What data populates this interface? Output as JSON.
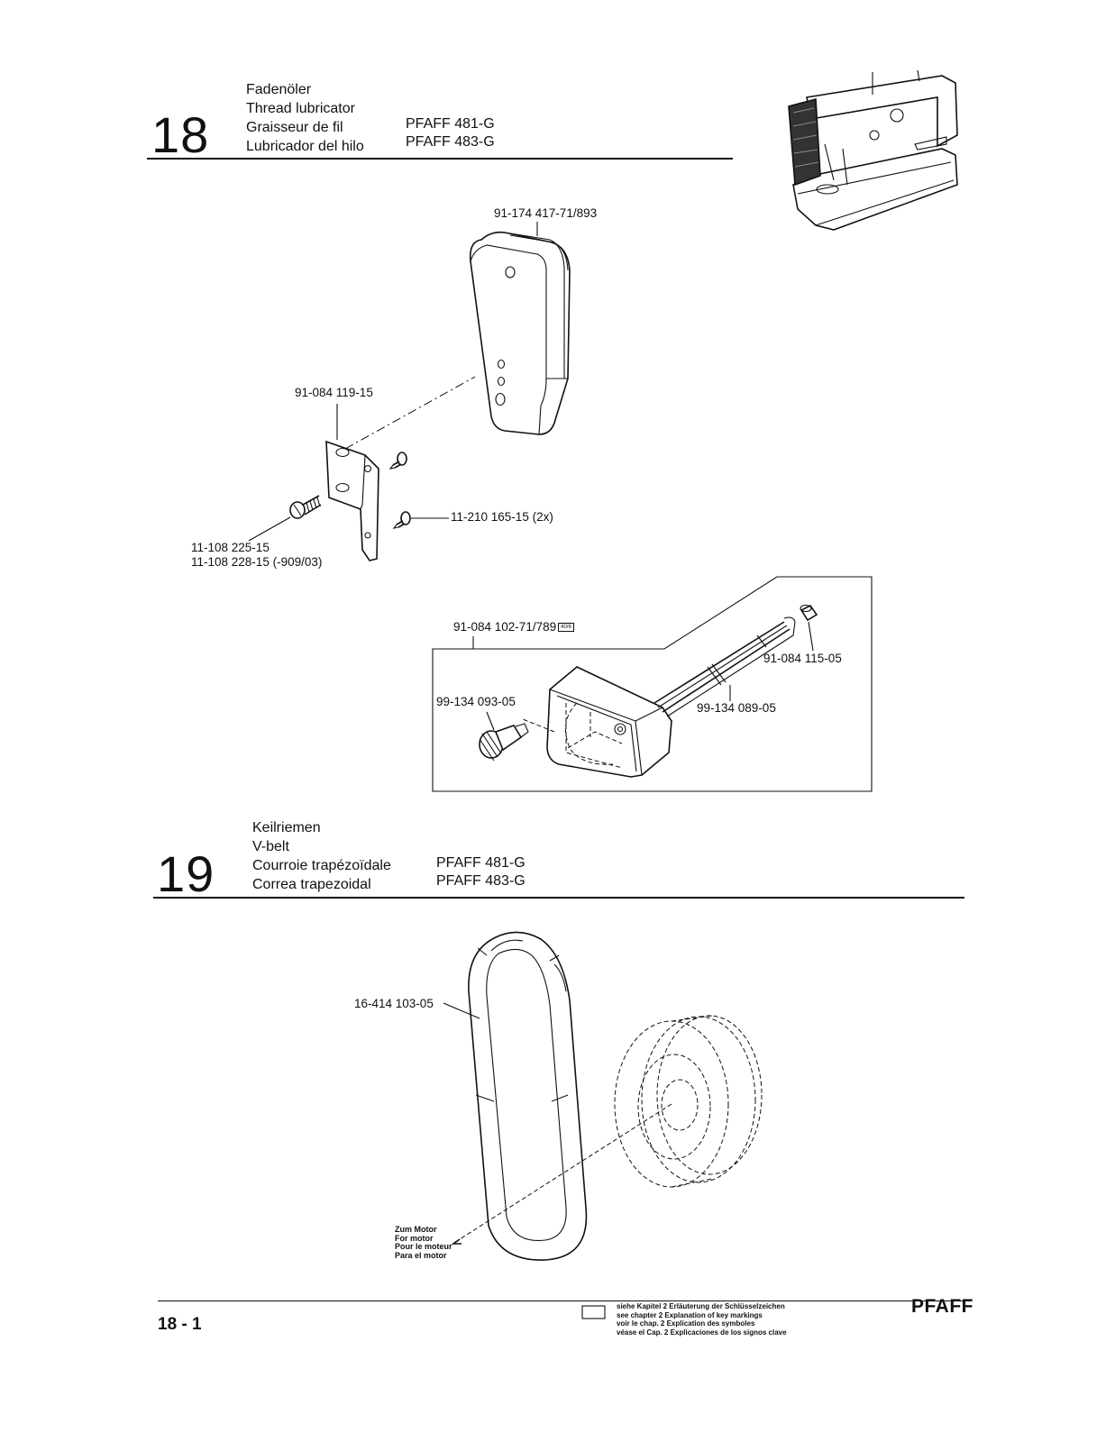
{
  "section18": {
    "number": "18",
    "titles": [
      "Fadenöler",
      "Thread lubricator",
      "Graisseur de fil",
      "Lubricador del hilo"
    ],
    "models": [
      "PFAFF 481-G",
      "PFAFF 483-G"
    ]
  },
  "parts18": {
    "cover": "91-174 417-71/893",
    "bracket": "91-084 119-15",
    "screw_small": "11-210 165-15 (2x)",
    "screw_large_1": "11-108 225-15",
    "screw_large_2": "11-108 228-15 (-909/03)",
    "lubricator_unit": "91-084 102-71/789",
    "lubricator_unit_badge": "40/6",
    "cap": "91-084 115-05",
    "knob": "99-134 093-05",
    "wick": "99-134 089-05"
  },
  "section19": {
    "number": "19",
    "titles": [
      "Keilriemen",
      "V-belt",
      "Courroie trapézoïdale",
      "Correa trapezoidal"
    ],
    "models": [
      "PFAFF 481-G",
      "PFAFF 483-G"
    ]
  },
  "parts19": {
    "belt": "16-414 103-05",
    "motor_note": [
      "Zum Motor",
      "For motor",
      "Pour le moteur",
      "Para el motor"
    ]
  },
  "footer": {
    "page": "18 - 1",
    "key_note": [
      "siehe Kapitel 2 Erläuterung der Schlüsselzeichen",
      "see chapter 2 Explanation of key markings",
      "voir le chap. 2 Explication des symboles",
      "véase el Cap. 2 Explicaciones de los signos clave"
    ],
    "brand": "PFAFF"
  }
}
